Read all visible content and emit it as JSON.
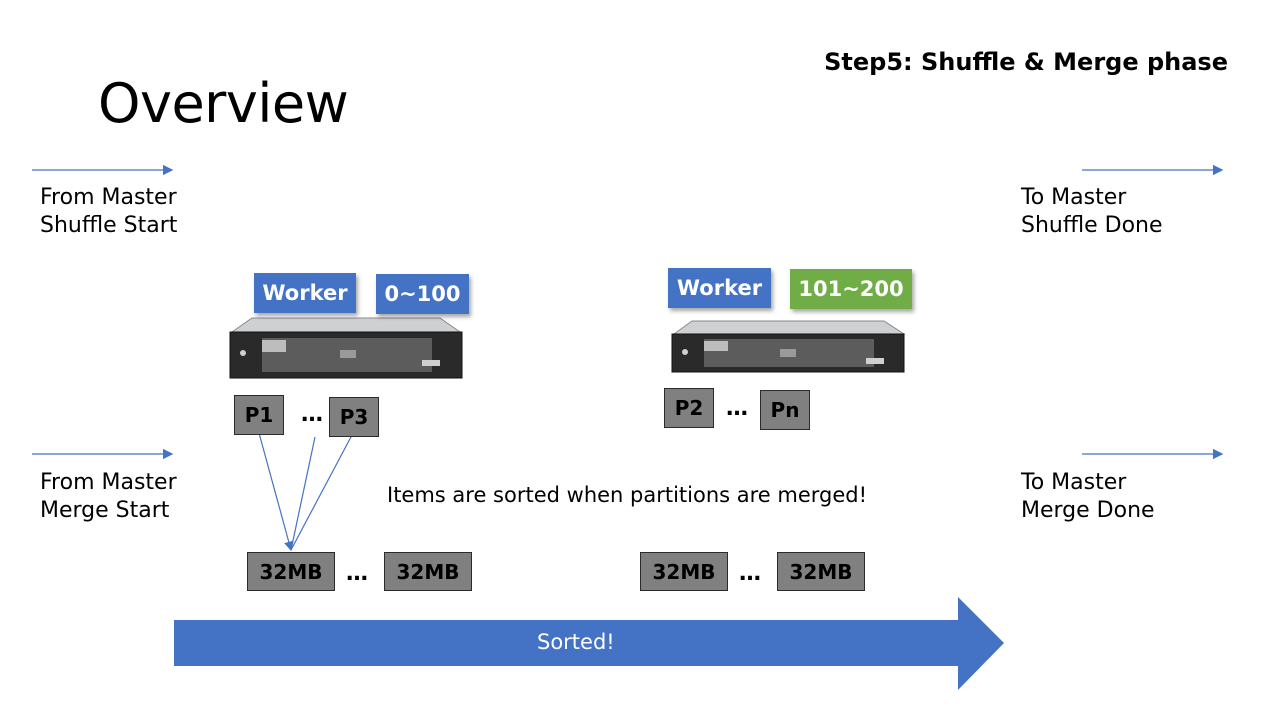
{
  "slide": {
    "title": "Overview",
    "step": "Step5: Shuffle & Merge phase"
  },
  "signals": {
    "from_shuffle": "From Master\nShuffle Start",
    "to_shuffle": "To Master\nShuffle Done",
    "from_merge": "From Master\nMerge Start",
    "to_merge": "To Master\nMerge Done"
  },
  "workers": [
    {
      "label": "Worker",
      "range": "0~100",
      "range_color": "#4472c4"
    },
    {
      "label": "Worker",
      "range": "101~200",
      "range_color": "#70ad47"
    }
  ],
  "partitions": {
    "w1": [
      "P1",
      "P3"
    ],
    "w2": [
      "P2",
      "Pn"
    ],
    "ellipsis": "…"
  },
  "blocks": {
    "w1": [
      "32MB",
      "32MB"
    ],
    "w2": [
      "32MB",
      "32MB"
    ]
  },
  "note": "Items are sorted when partitions are merged!",
  "big_arrow": {
    "label": "Sorted!",
    "color": "#4472c4"
  },
  "colors": {
    "accent": "#4472c4",
    "green": "#70ad47",
    "box": "#808080"
  }
}
